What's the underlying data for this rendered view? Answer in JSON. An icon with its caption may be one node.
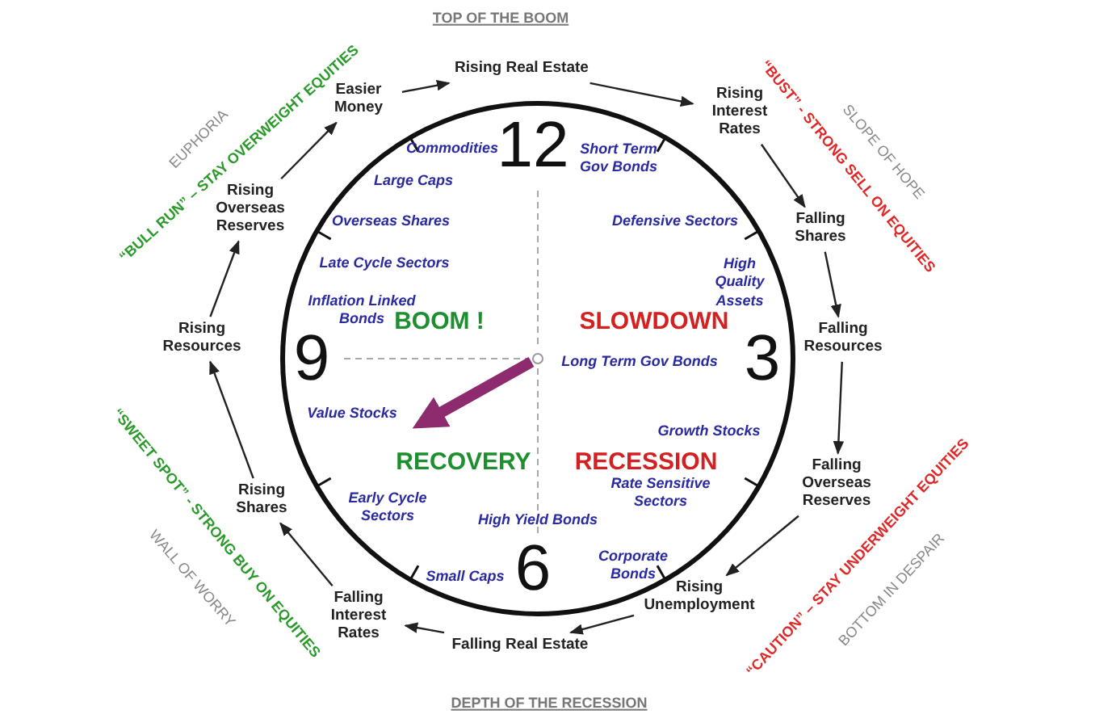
{
  "diagram": {
    "nodes": [
      {
        "text": [
          "12",
          "3",
          "6",
          "9",
          "BOOM !",
          "SLOWDOWN",
          "RECOVERY",
          "RECESSION",
          "Commodities",
          "Large Caps",
          "Overseas Shares",
          "Late Cycle Sectors",
          "Inflation Linked Bonds",
          "Value Stocks",
          "Early Cycle Sectors",
          "High Yield Bonds",
          "Small Caps",
          "Short Term Gov Bonds",
          "Defensive Sectors",
          "High Quality Assets",
          "Long Term Gov Bonds",
          "Growth Stocks",
          "Rate Sensitive Sectors",
          "Corporate Bonds"
        ]
      },
      {
        "text": [
          "Rising Real Estate"
        ]
      },
      {
        "text": [
          "Rising Interest Rates"
        ]
      },
      {
        "text": [
          "Falling Shares"
        ]
      },
      {
        "text": [
          "Falling Resources"
        ]
      },
      {
        "text": [
          "Falling Overseas Reserves"
        ]
      },
      {
        "text": [
          "Rising Unemployment"
        ]
      },
      {
        "text": [
          "Falling Real Estate"
        ]
      },
      {
        "text": [
          "Falling Interest Rates"
        ]
      },
      {
        "text": [
          "Rising Shares"
        ]
      },
      {
        "text": [
          "Rising Resources"
        ]
      },
      {
        "text": [
          "Rising Overseas Reserves"
        ]
      },
      {
        "text": [
          "Easier Money"
        ]
      }
    ],
    "edges": [
      {
        "from": 1,
        "to": 2,
        "arrow": "to"
      },
      {
        "from": 2,
        "to": 3,
        "arrow": "to"
      },
      {
        "from": 3,
        "to": 4,
        "arrow": "to"
      },
      {
        "from": 4,
        "to": 5,
        "arrow": "to"
      },
      {
        "from": 5,
        "to": 6,
        "arrow": "to"
      },
      {
        "from": 6,
        "to": 7,
        "arrow": "to"
      },
      {
        "from": 7,
        "to": 8,
        "arrow": "to"
      },
      {
        "from": 8,
        "to": 9,
        "arrow": "to"
      },
      {
        "from": 9,
        "to": 10,
        "arrow": "to"
      },
      {
        "from": 10,
        "to": 11,
        "arrow": "to"
      },
      {
        "from": 11,
        "to": 12,
        "arrow": "to"
      },
      {
        "from": 12,
        "to": 1,
        "arrow": "to"
      }
    ],
    "labels": [
      "TOP OF THE BOOM",
      "EUPHORIA",
      "“BULL RUN” – STAY OVERWEIGHT EQUITIES",
      "“BUST” - STRONG SELL ON EQUITIES",
      "SLOPE OF HOPE",
      "“SWEET SPOT” - STRONG BUY ON EQUITIES",
      "WALL OF WORRY",
      "“CAUTION” – STAY UNDERWEIGHT EQUITIES",
      "BOTTOM IN DESPAIR",
      "DEPTH OF THE RECESSION"
    ]
  }
}
